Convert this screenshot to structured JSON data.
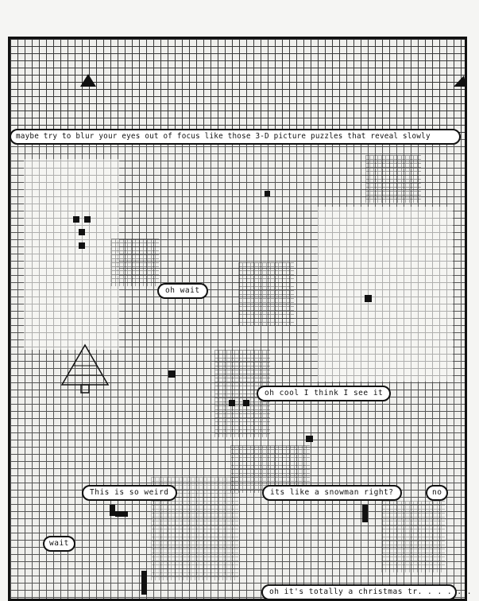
{
  "captions": {
    "top": "maybe try to blur your eyes out of focus like those 3-D picture puzzles that reveal slowly",
    "oh_wait": "oh wait",
    "oh_cool": "oh cool I think I see it",
    "so_weird": "This is so weird",
    "snowman": "its like a snowman right?",
    "no": "no",
    "wait": "wait",
    "christmas": "oh it's totally a christmas tr. . . . . ."
  },
  "icons": {
    "corner_left": "triangle-icon",
    "corner_right": "triangle-icon",
    "tree": "christmas-tree-icon"
  },
  "colors": {
    "ink": "#111111",
    "paper": "#f5f5f3"
  }
}
